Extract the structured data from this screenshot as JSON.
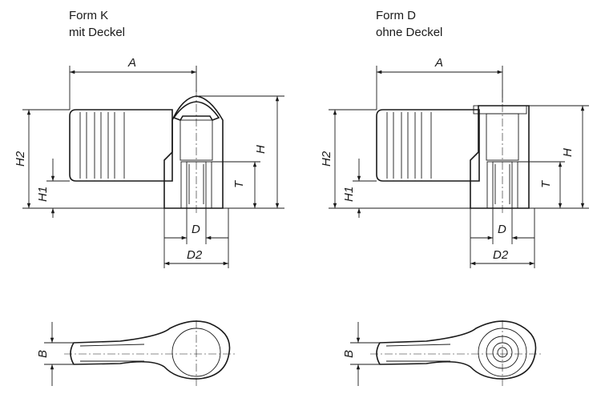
{
  "variants": [
    {
      "form": "Form K",
      "description": "mit Deckel"
    },
    {
      "form": "Form D",
      "description": "ohne Deckel"
    }
  ],
  "dimension_labels": {
    "A": "A",
    "H": "H",
    "H1": "H1",
    "H2": "H2",
    "T": "T",
    "D": "D",
    "D2": "D2",
    "B": "B"
  }
}
